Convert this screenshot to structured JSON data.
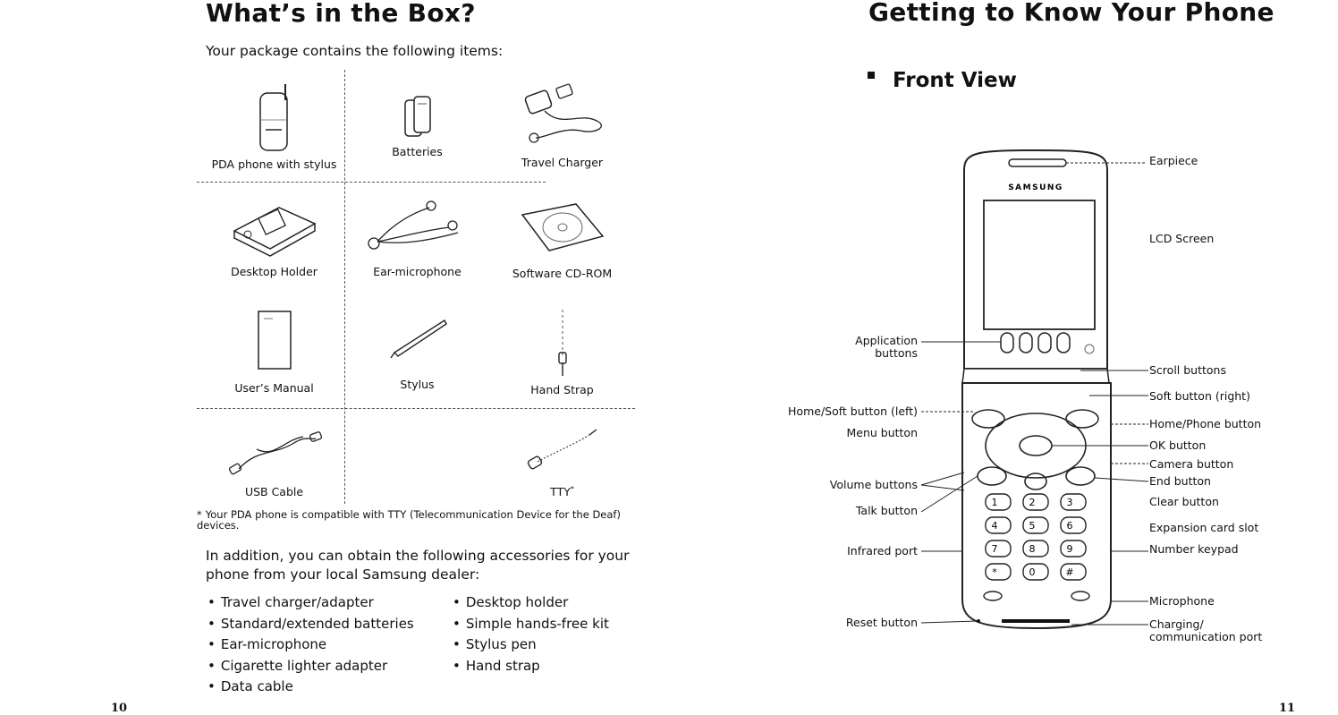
{
  "left_page": {
    "title": "What’s in the Box?",
    "intro": "Your package contains the following items:",
    "items": [
      {
        "label": "PDA phone with stylus",
        "icon": "pda-phone-icon"
      },
      {
        "label": "Batteries",
        "icon": "batteries-icon"
      },
      {
        "label": "Travel Charger",
        "icon": "travel-charger-icon"
      },
      {
        "label": "Desktop Holder",
        "icon": "desktop-holder-icon"
      },
      {
        "label": "Ear-microphone",
        "icon": "ear-microphone-icon"
      },
      {
        "label": "Software CD-ROM",
        "icon": "cd-rom-icon"
      },
      {
        "label": "User’s Manual",
        "icon": "users-manual-icon"
      },
      {
        "label": "Stylus",
        "icon": "stylus-icon"
      },
      {
        "label": "Hand Strap",
        "icon": "hand-strap-icon"
      },
      {
        "label": "USB Cable",
        "icon": "usb-cable-icon"
      },
      {
        "label": "TTY",
        "icon": "tty-icon"
      }
    ],
    "tty_mark": "*",
    "footnote_mark": "*",
    "footnote": "Your PDA phone is compatible with TTY (Telecommunication Device for the Deaf) devices.",
    "addition_text": "In addition, you can obtain the following accessories for your phone from your local Samsung dealer:",
    "accessories_col1": [
      "Travel charger/adapter",
      "Standard/extended batteries",
      "Ear-microphone",
      "Cigarette lighter adapter",
      "Data cable"
    ],
    "accessories_col2": [
      "Desktop holder",
      "Simple hands-free kit",
      "Stylus pen",
      "Hand strap"
    ],
    "page_number": "10"
  },
  "right_page": {
    "title": "Getting to Know Your Phone",
    "subheading": "Front View",
    "brand": "SAMSUNG",
    "labels_left": {
      "application_buttons_1": "Application",
      "application_buttons_2": "buttons",
      "home_soft_left": "Home/Soft button (left)",
      "menu_button": "Menu button",
      "volume_buttons": "Volume buttons",
      "talk_button": "Talk button",
      "infrared_port": "Infrared port",
      "reset_button": "Reset button"
    },
    "labels_right": {
      "earpiece": "Earpiece",
      "lcd_screen": "LCD Screen",
      "scroll_buttons": "Scroll buttons",
      "soft_button_right": "Soft button (right)",
      "home_phone_button": "Home/Phone button",
      "ok_button": "OK button",
      "camera_button": "Camera button",
      "end_button": "End button",
      "clear_button": "Clear button",
      "expansion_card_slot": "Expansion card slot",
      "number_keypad": "Number keypad",
      "microphone": "Microphone",
      "charging_1": "Charging/",
      "charging_2": "communication port"
    },
    "keypad_keys": [
      "1",
      "2",
      "3",
      "4",
      "5",
      "6",
      "7",
      "8",
      "9",
      "*",
      "0",
      "#"
    ],
    "page_number": "11"
  }
}
